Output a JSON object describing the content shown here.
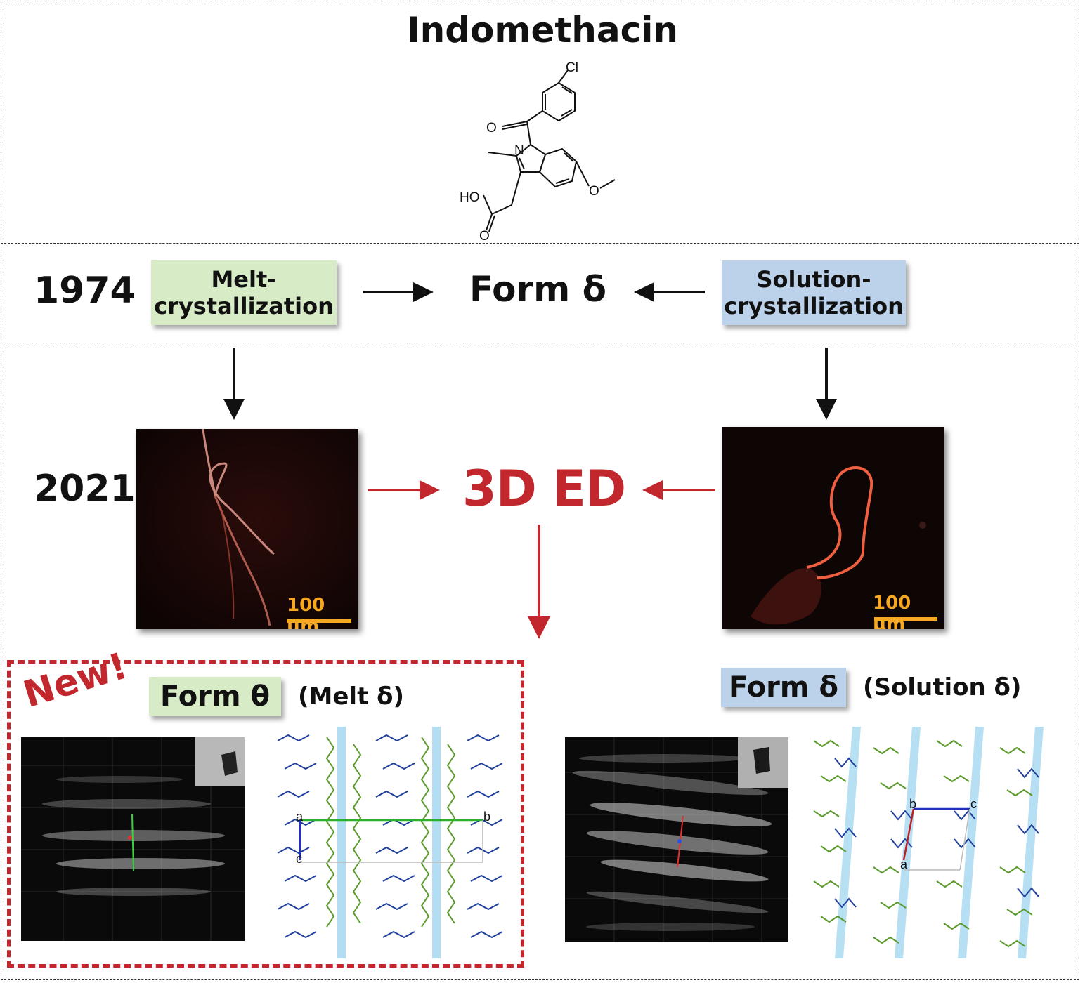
{
  "title": "Indomethacin",
  "molecule": {
    "atoms": {
      "cl": "Cl",
      "o_carbonyl": "O",
      "n": "N",
      "o_methoxy": "O",
      "ho": "HO",
      "o_acid": "O"
    }
  },
  "row1974": {
    "year": "1974",
    "melt_label": "Melt-\ncrystallization",
    "center_label": "Form δ",
    "solution_label": "Solution-\ncrystallization"
  },
  "row2021": {
    "year": "2021",
    "center_label": "3D ED",
    "scale_left": "100 µm",
    "scale_right": "100 µm"
  },
  "bottom_left": {
    "new_badge": "New!",
    "form_label": "Form θ",
    "paren": "(Melt δ)",
    "axes": {
      "a": "a",
      "b": "b",
      "c": "c"
    }
  },
  "bottom_right": {
    "form_label": "Form δ",
    "paren": "(Solution δ)",
    "axes": {
      "a": "a",
      "b": "b",
      "c": "c"
    }
  },
  "colors": {
    "red_accent": "#c1272d",
    "green_box": "#d7ebc6",
    "blue_box": "#bcd1ea",
    "scale_orange": "#f7a823",
    "molecule_green": "#5a9a2a",
    "molecule_blue": "#1f3f9a",
    "channel_cyan": "#7ec6ea"
  }
}
